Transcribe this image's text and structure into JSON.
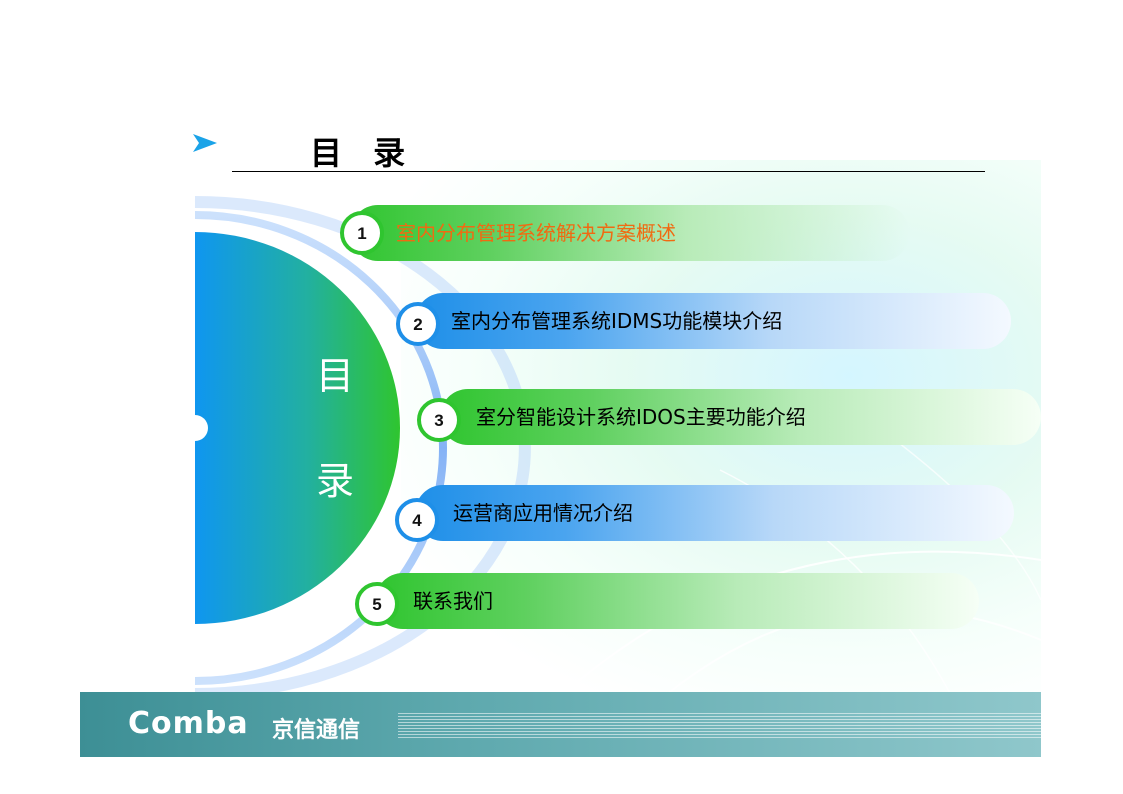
{
  "title": "目 录",
  "side_title": [
    "目",
    "录"
  ],
  "items": [
    {
      "number": "1",
      "label": "室内分布管理系统解决方案概述"
    },
    {
      "number": "2",
      "label": "室内分布管理系统IDMS功能模块介绍"
    },
    {
      "number": "3",
      "label": "室分智能设计系统IDOS主要功能介绍"
    },
    {
      "number": "4",
      "label": "运营商应用情况介绍"
    },
    {
      "number": "5",
      "label": "联系我们"
    }
  ],
  "footer": {
    "logo": "Comba",
    "company": "京信通信"
  },
  "colors": {
    "highlight_text": "#f06a12",
    "green": "#2fc52f",
    "blue": "#1e8fe8",
    "arrow": "#1aa3e8"
  },
  "icons": {
    "title_bullet": "arrowhead-right-icon"
  }
}
